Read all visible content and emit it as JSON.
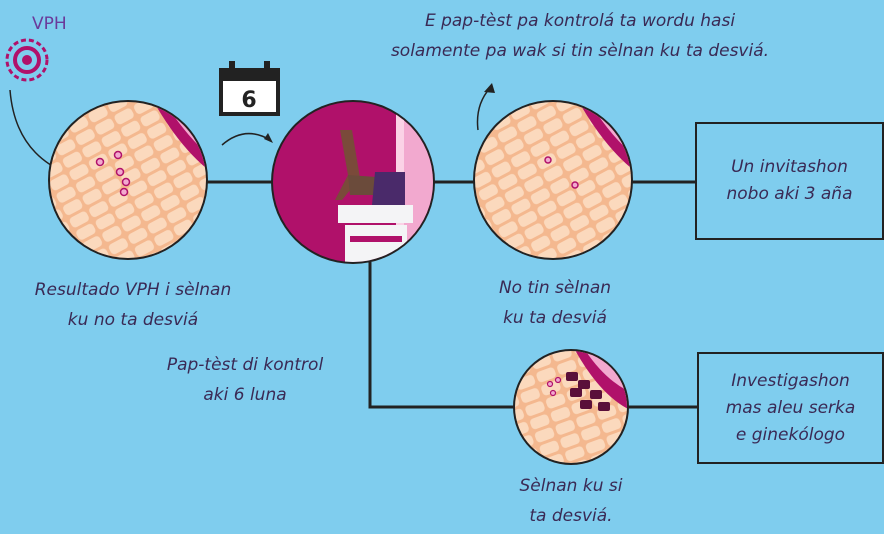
{
  "vph_label": "VPH",
  "calendar_number": "6",
  "top_note": {
    "line1": "E pap-tèst pa kontrolá ta wordu hasi",
    "line2": "solamente pa wak si tin sèlnan ku ta desviá."
  },
  "label_result": {
    "line1": "Resultado VPH i sèlnan",
    "line2": "ku no ta desviá"
  },
  "label_control": {
    "line1": "Pap-tèst di kontrol",
    "line2": "aki 6 luna"
  },
  "label_normal": {
    "line1": "No tin sèlnan",
    "line2": "ku ta desviá"
  },
  "label_abnormal": {
    "line1": "Sèlnan ku si",
    "line2": "ta desviá."
  },
  "box_invite": {
    "line1": "Un invitashon",
    "line2": "nobo aki 3 aña"
  },
  "box_gyn": {
    "line1": "Investigashon",
    "line2": "mas aleu serka",
    "line3": "e ginekólogo"
  },
  "colors": {
    "background": "#7fcdee",
    "magenta": "#b0116a",
    "cell_tissue": "#f6c49e",
    "pink_layer": "#f2a9cf",
    "text": "#3a2a55",
    "vph_purple": "#6a3a9a"
  }
}
